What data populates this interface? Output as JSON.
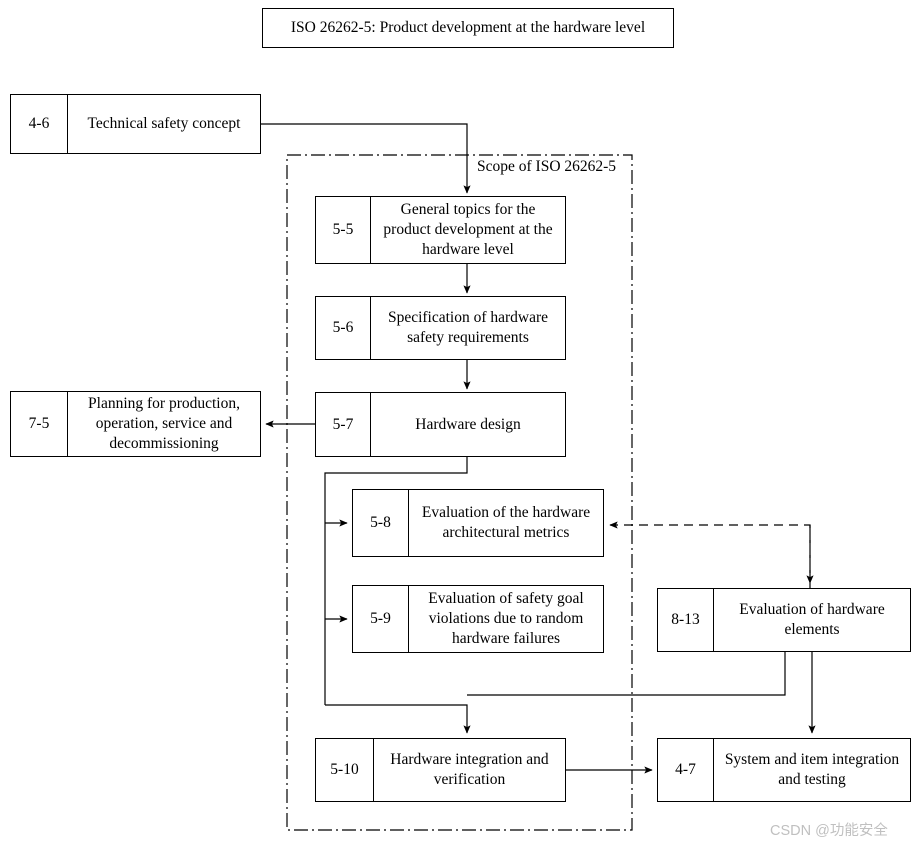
{
  "diagram": {
    "title": "ISO 26262-5: Product development at the hardware level",
    "scope_label": "Scope of ISO 26262-5",
    "watermark": "CSDN @功能安全",
    "line_color": "#000000",
    "background_color": "#ffffff",
    "watermark_color": "#c0c0c0"
  },
  "boxes": [
    {
      "id": "4-6",
      "clause": "4-6",
      "label": "Technical safety concept"
    },
    {
      "id": "5-5",
      "clause": "5-5",
      "label": "General topics for the product development at the hardware level"
    },
    {
      "id": "5-6",
      "clause": "5-6",
      "label": "Specification of hardware safety requirements"
    },
    {
      "id": "7-5",
      "clause": "7-5",
      "label": "Planning for production, operation, service and decommissioning"
    },
    {
      "id": "5-7",
      "clause": "5-7",
      "label": "Hardware design"
    },
    {
      "id": "5-8",
      "clause": "5-8",
      "label": "Evaluation of the hardware architectural metrics"
    },
    {
      "id": "5-9",
      "clause": "5-9",
      "label": "Evaluation of safety goal violations due to random hardware failures"
    },
    {
      "id": "8-13",
      "clause": "8-13",
      "label": "Evaluation of hardware elements"
    },
    {
      "id": "5-10",
      "clause": "5-10",
      "label": "Hardware integration and verification"
    },
    {
      "id": "4-7",
      "clause": "4-7",
      "label": "System and item integration and testing"
    }
  ]
}
